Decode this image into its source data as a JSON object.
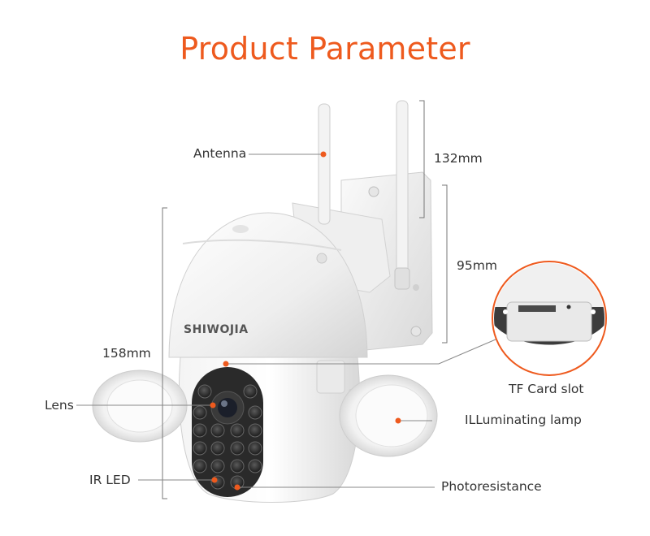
{
  "title": "Product Parameter",
  "brand": "SHIWOJIA",
  "labels": {
    "antenna": "Antenna",
    "lens": "Lens",
    "ir_led": "IR LED",
    "tf_card_slot": "TF Card slot",
    "illuminating_lamp": "ILLuminating lamp",
    "photoresistance": "Photoresistance"
  },
  "dimensions": {
    "antenna_height": "132mm",
    "mount_height": "95mm",
    "total_height": "158mm"
  },
  "colors": {
    "accent": "#ee5a1e",
    "text": "#333333",
    "leader_line": "#888888"
  }
}
